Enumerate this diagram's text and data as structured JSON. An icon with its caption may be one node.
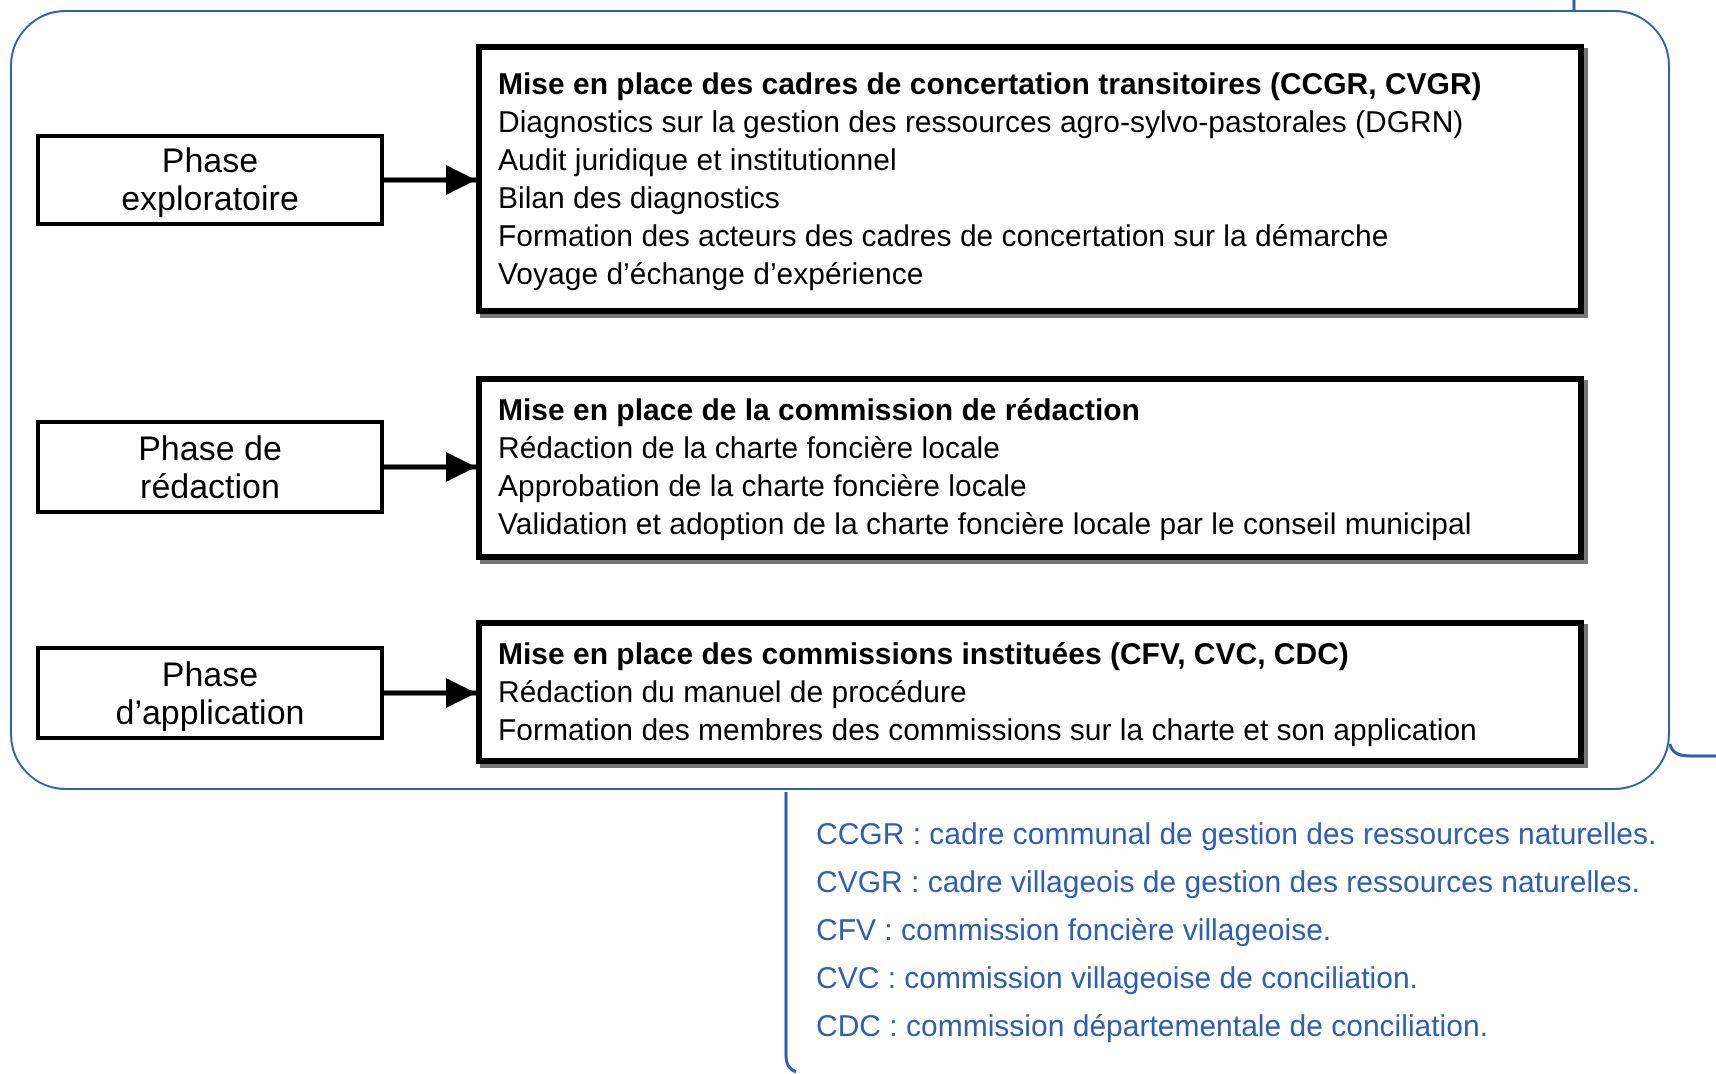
{
  "diagram": {
    "nodes": [
      {
        "text": [],
        "shape": "box"
      },
      {
        "text": [
          "Phase exploratoire"
        ],
        "in": 0
      },
      {
        "text": [
          "Mise en place des cadres de concertation transitoires (CCGR, CVGR)",
          "Diagnostics sur la gestion des ressources agro-sylvo-pastorales (DGRN)",
          "Audit juridique et institutionnel",
          "Bilan des diagnostics",
          "Formation des acteurs des cadres de concertation sur la démarche",
          "Voyage d’échange d’expérience"
        ],
        "in": 0
      },
      {
        "text": [
          "Phase de rédaction"
        ],
        "in": 0
      },
      {
        "text": [
          "Mise en place de la commission de rédaction",
          "Rédaction de la charte foncière locale",
          "Approbation de la charte foncière locale",
          "Validation et adoption de la charte foncière locale par le conseil municipal"
        ],
        "in": 0
      },
      {
        "text": [
          "Phase d’application"
        ],
        "in": 0
      },
      {
        "text": [
          "Mise en place des commissions instituées (CFV, CVC, CDC)",
          "Rédaction du manuel de procédure",
          "Formation des membres des commissions sur la charte et son application"
        ],
        "in": 0
      }
    ],
    "edges": [
      {
        "from": 1,
        "to": 2,
        "arrow": "to"
      },
      {
        "from": 3,
        "to": 4,
        "arrow": "to"
      },
      {
        "from": 5,
        "to": 6,
        "arrow": "to"
      }
    ],
    "labels": [
      "CCGR : cadre communal de gestion des ressources naturelles.",
      "CVGR : cadre villageois de gestion des ressources naturelles.",
      "CFV : commission foncière villageoise.",
      "CVC : commission villageoise de conciliation.",
      "CDC : commission départementale de conciliation."
    ]
  }
}
